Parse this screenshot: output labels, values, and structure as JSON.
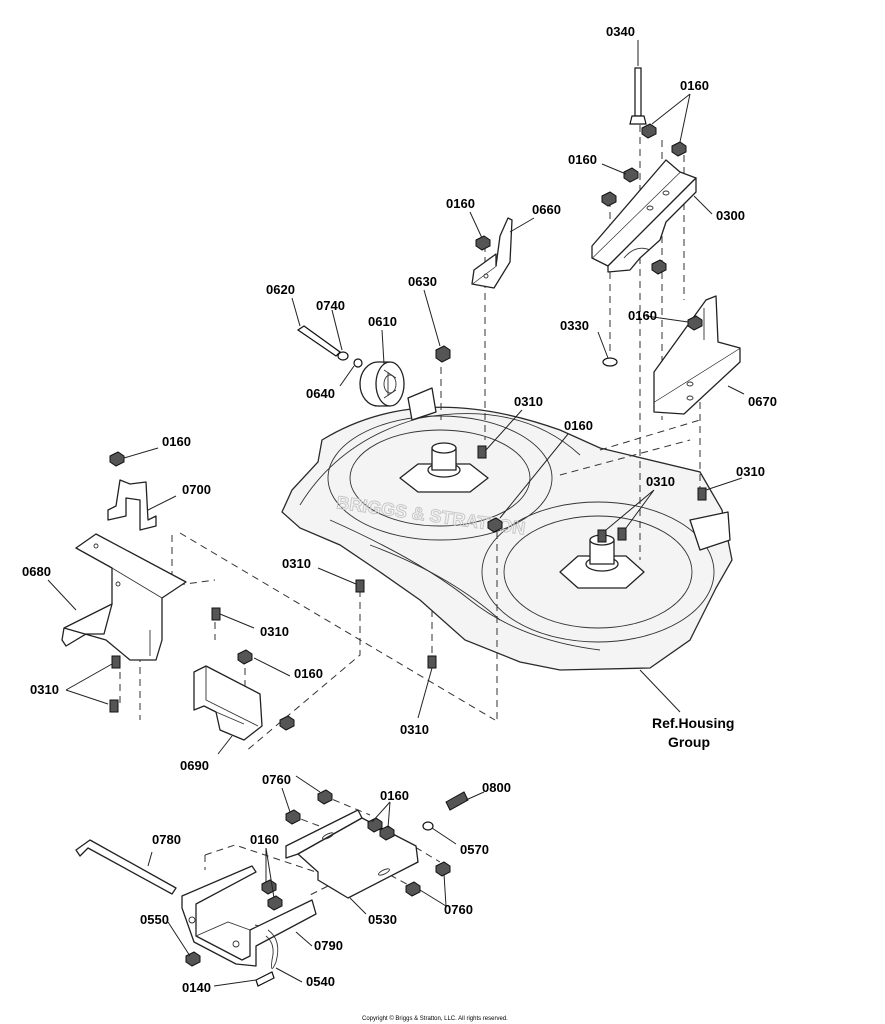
{
  "labels": {
    "p0340": "0340",
    "p0160_top": "0160",
    "p0160_mid": "0160",
    "p0300": "0300",
    "p0160_660": "0160",
    "p0660": "0660",
    "p0620": "0620",
    "p0740": "0740",
    "p0630": "0630",
    "p0610": "0610",
    "p0640": "0640",
    "p0330": "0330",
    "p0160_670": "0160",
    "p0670": "0670",
    "p0310_deck_l": "0310",
    "p0160_deck": "0160",
    "p0310_deck_r": "0310",
    "p0310_far_r": "0310",
    "p0160_700": "0160",
    "p0700": "0700",
    "p0680": "0680",
    "p0310_a": "0310",
    "p0310_b": "0310",
    "p0310_c": "0310",
    "p0310_d": "0310",
    "p0160_690": "0160",
    "p0690": "0690",
    "p0760_top": "0760",
    "p0160_530": "0160",
    "p0800": "0800",
    "p0570": "0570",
    "p0780": "0780",
    "p0160_790": "0160",
    "p0760_bot": "0760",
    "p0530": "0530",
    "p0550": "0550",
    "p0790": "0790",
    "p0140": "0140",
    "p0540": "0540",
    "ref_housing_1": "Ref.Housing",
    "ref_housing_2": "Group"
  },
  "watermark": "BRIGGS & STRATTON",
  "copyright": "Copyright © Briggs & Stratton, LLC. All rights reserved."
}
